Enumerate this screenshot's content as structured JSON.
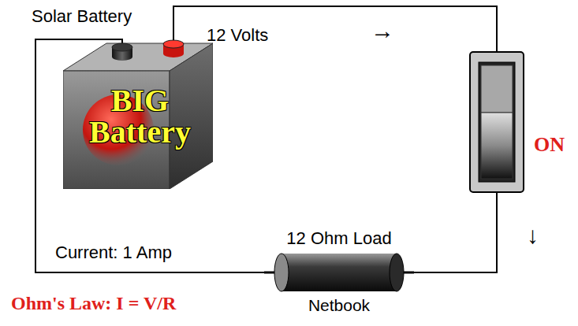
{
  "diagram": {
    "nodes": [
      {
        "text": [
          "Solar Battery",
          "BIG Battery"
        ]
      },
      {
        "text": [
          "ON"
        ]
      },
      {
        "text": [
          "12 Ohm Load",
          "Netbook"
        ]
      }
    ],
    "edges": [
      {
        "from": 0,
        "to": 1,
        "arrow": "none"
      },
      {
        "from": 1,
        "to": 2,
        "arrow": "none"
      },
      {
        "from": 2,
        "to": 0,
        "arrow": "none"
      }
    ],
    "labels": [
      "12 Volts",
      "→",
      "↓",
      "Current: 1 Amp",
      "Ohm's Law: I = V/R"
    ]
  }
}
